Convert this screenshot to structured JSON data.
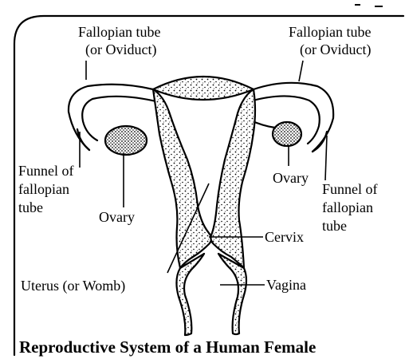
{
  "title": "Reproductive System of a Human Female",
  "labels": {
    "fallopian_left_1": "Fallopian tube",
    "fallopian_left_2": "(or Oviduct)",
    "fallopian_right_1": "Fallopian tube",
    "fallopian_right_2": "(or Oviduct)",
    "funnel_left_1": "Funnel of",
    "funnel_left_2": "fallopian",
    "funnel_left_3": "tube",
    "funnel_right_1": "Funnel of",
    "funnel_right_2": "fallopian",
    "funnel_right_3": "tube",
    "ovary_left": "Ovary",
    "ovary_right": "Ovary",
    "cervix": "Cervix",
    "uterus": "Uterus (or Womb)",
    "vagina": "Vagina"
  }
}
